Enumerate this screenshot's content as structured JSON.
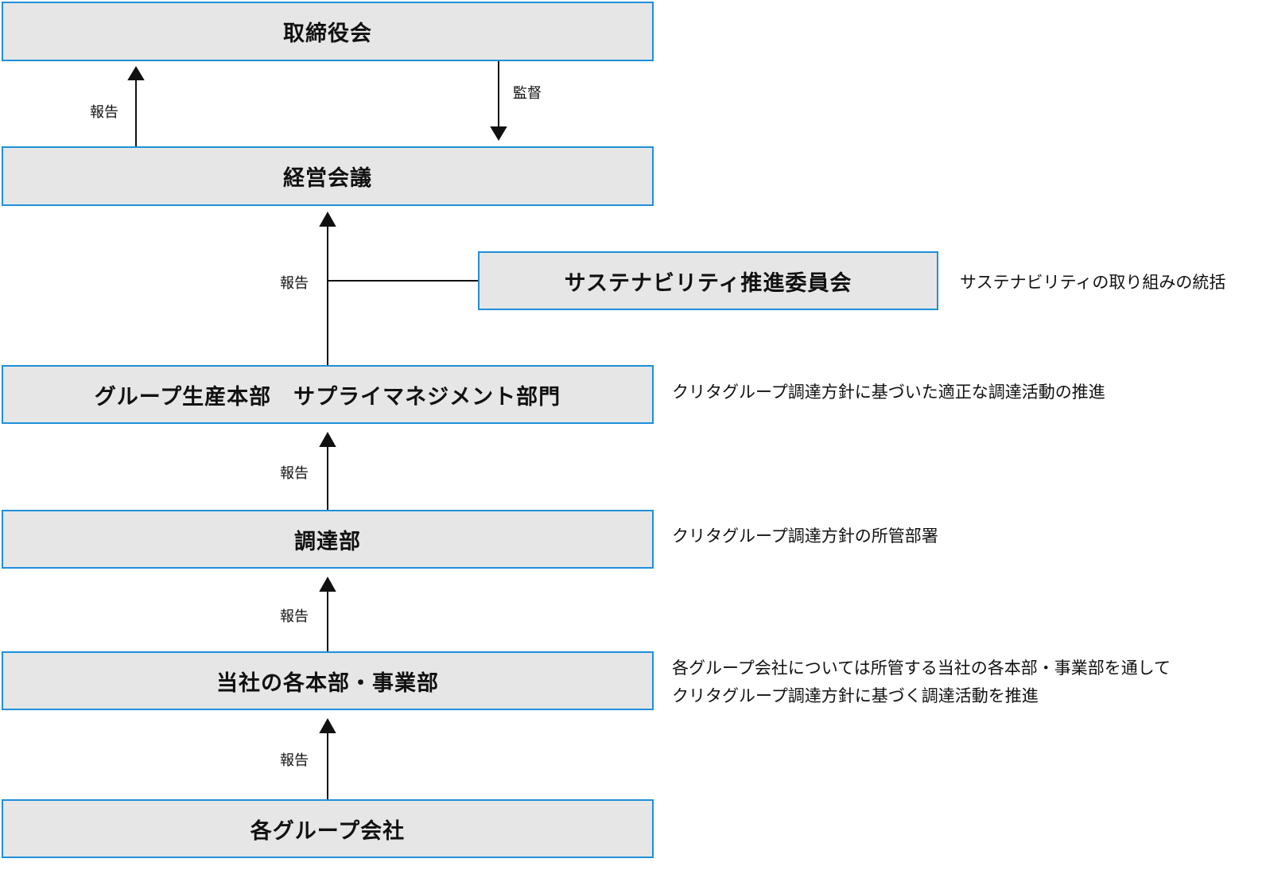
{
  "boxes": {
    "board": "取締役会",
    "management": "経営会議",
    "sustainability": "サステナビリティ推進委員会",
    "supply": "グループ生産本部　サプライマネジメント部門",
    "procurement": "調達部",
    "divisions": "当社の各本部・事業部",
    "group_companies": "各グループ会社"
  },
  "arrow_labels": {
    "report": "報告",
    "supervise": "監督"
  },
  "notes": {
    "sustainability": "サステナビリティの取り組みの統括",
    "supply": "クリタグループ調達方針に基づいた適正な調達活動の推進",
    "procurement": "クリタグループ調達方針の所管部署",
    "divisions_line1": "各グループ会社については所管する当社の各本部・事業部を通して",
    "divisions_line2": "クリタグループ調達方針に基づく調達活動を推進"
  }
}
